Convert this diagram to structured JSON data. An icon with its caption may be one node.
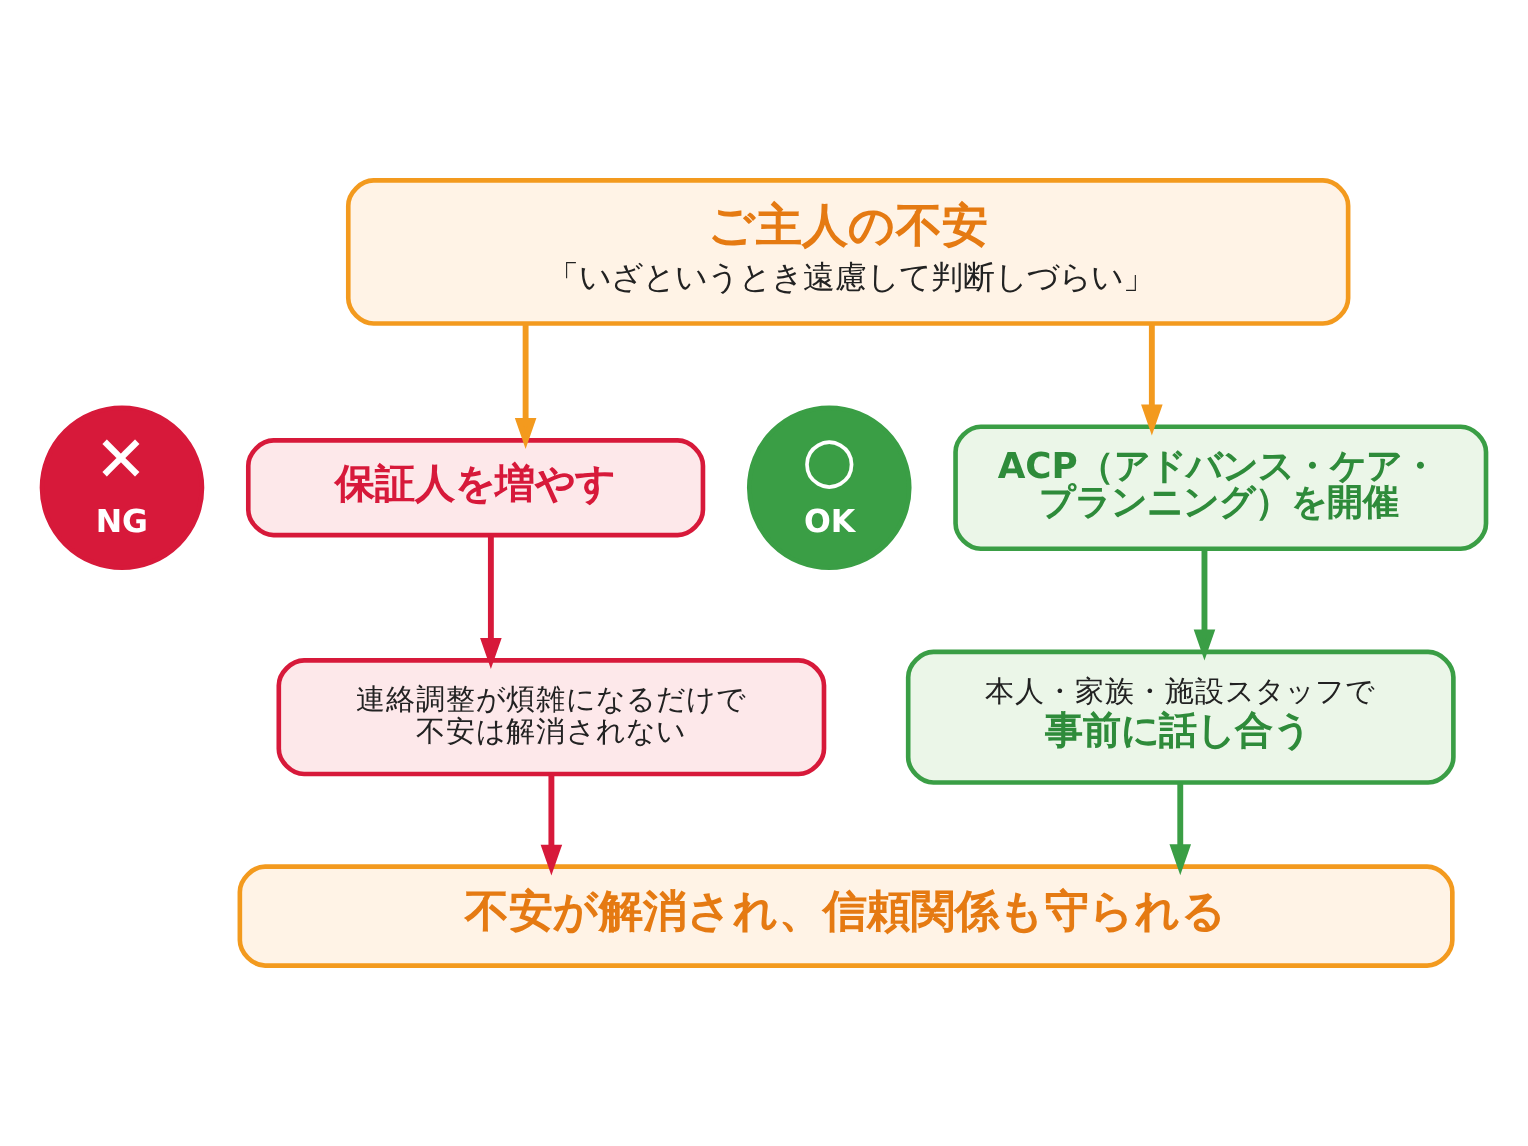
{
  "diagram": {
    "nodes": [
      {
        "text": [
          "ご主人の不安",
          "「いざというとき遠慮して判断しづらい」"
        ]
      },
      {
        "text": [
          "✕",
          "NG"
        ]
      },
      {
        "text": [
          "保証人を増やす"
        ]
      },
      {
        "text": [
          "○",
          "OK"
        ]
      },
      {
        "text": [
          "ACP（アドバンス・ケア・プランニング）を開催"
        ]
      },
      {
        "text": [
          "連絡調整が煩雑になるだけで不安は解消されない"
        ]
      },
      {
        "text": [
          "本人・家族・施設スタッフで",
          "事前に話し合う"
        ]
      },
      {
        "text": [
          "不安が解消され、信頼関係も守られる"
        ]
      }
    ],
    "edges": [
      {
        "from": 0,
        "to": 2,
        "arrow": "to",
        "color": "#f39a1e"
      },
      {
        "from": 0,
        "to": 4,
        "arrow": "to",
        "color": "#f39a1e"
      },
      {
        "from": 2,
        "to": 5,
        "arrow": "to",
        "color": "#d7193a"
      },
      {
        "from": 4,
        "to": 6,
        "arrow": "to",
        "color": "#3a9e45"
      },
      {
        "from": 5,
        "to": 7,
        "arrow": "to",
        "color": "#d7193a"
      },
      {
        "from": 6,
        "to": 7,
        "arrow": "to",
        "color": "#3a9e45"
      }
    ]
  }
}
